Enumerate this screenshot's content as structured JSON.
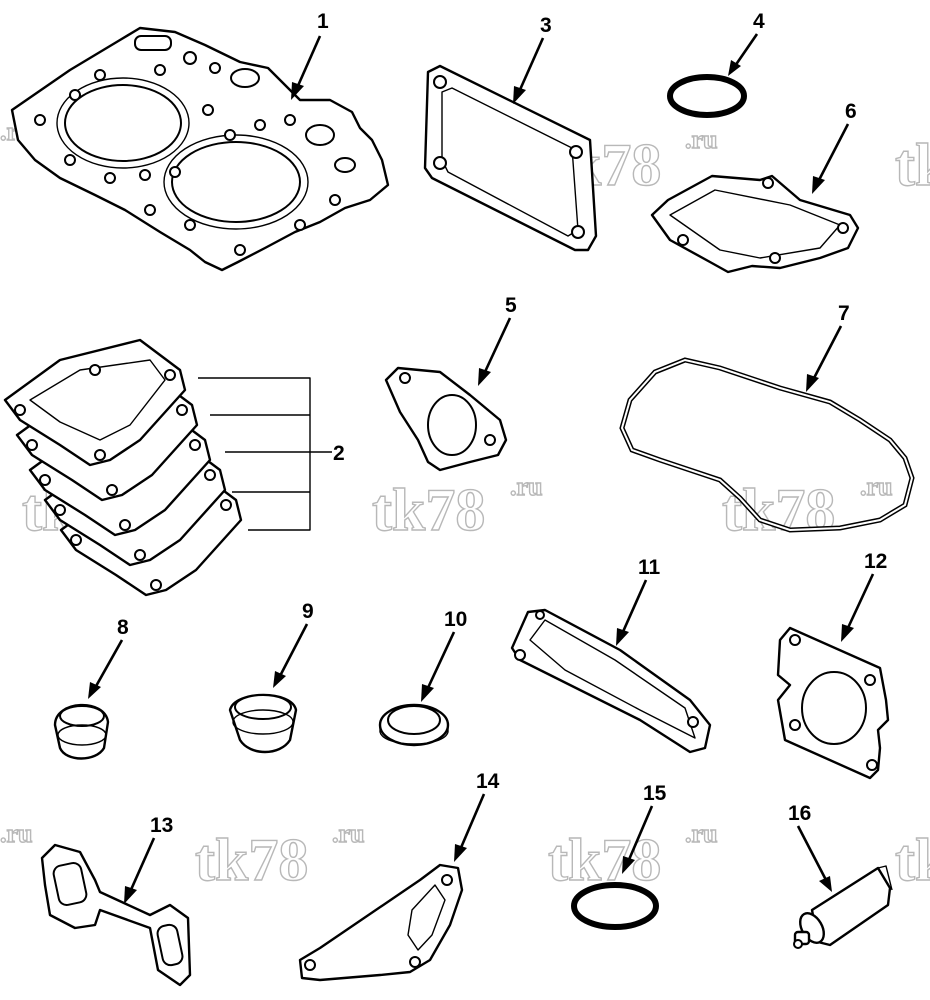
{
  "watermark": {
    "text_main": "tk78",
    "text_suffix": ".ru"
  },
  "labels": {
    "p1": "1",
    "p2": "2",
    "p3": "3",
    "p4": "4",
    "p5": "5",
    "p6": "6",
    "p7": "7",
    "p8": "8",
    "p9": "9",
    "p10": "10",
    "p11": "11",
    "p12": "12",
    "p13": "13",
    "p14": "14",
    "p15": "15",
    "p16": "16"
  },
  "parts": [
    {
      "id": 1,
      "icon": "cylinder-head-gasket-icon"
    },
    {
      "id": 2,
      "icon": "stacked-gaskets-icon"
    },
    {
      "id": 3,
      "icon": "rectangular-gasket-icon"
    },
    {
      "id": 4,
      "icon": "o-ring-icon"
    },
    {
      "id": 5,
      "icon": "flange-gasket-icon"
    },
    {
      "id": 6,
      "icon": "cover-gasket-icon"
    },
    {
      "id": 7,
      "icon": "valve-cover-gasket-icon"
    },
    {
      "id": 8,
      "icon": "seal-cap-icon"
    },
    {
      "id": 9,
      "icon": "bushing-seal-icon"
    },
    {
      "id": 10,
      "icon": "ring-seal-icon"
    },
    {
      "id": 11,
      "icon": "pan-gasket-icon"
    },
    {
      "id": 12,
      "icon": "square-flange-gasket-icon"
    },
    {
      "id": 13,
      "icon": "manifold-gasket-icon"
    },
    {
      "id": 14,
      "icon": "bracket-gasket-icon"
    },
    {
      "id": 15,
      "icon": "o-ring-icon"
    },
    {
      "id": 16,
      "icon": "sealant-tube-icon"
    }
  ]
}
